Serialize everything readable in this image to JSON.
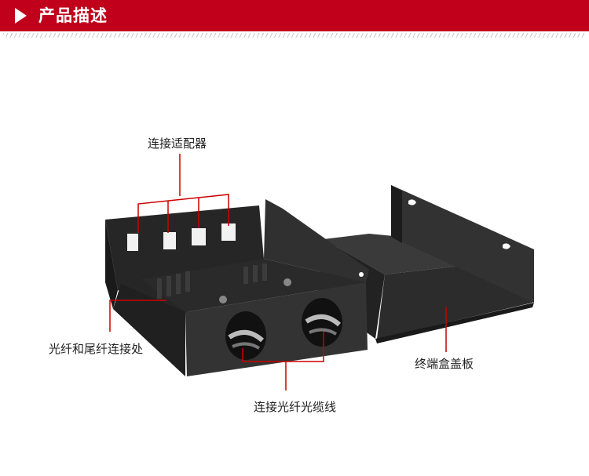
{
  "header": {
    "title": "产品描述"
  },
  "callouts": {
    "adapters": "连接适配器",
    "pigtail_splice": "光纤和尾纤连接处",
    "cover": "终端盒盖板",
    "cable_entry": "连接光纤光缆线"
  },
  "colors": {
    "header_red": "#c1001b",
    "callout_line_red": "#cc0000",
    "box_black": "#2b2b2b"
  }
}
